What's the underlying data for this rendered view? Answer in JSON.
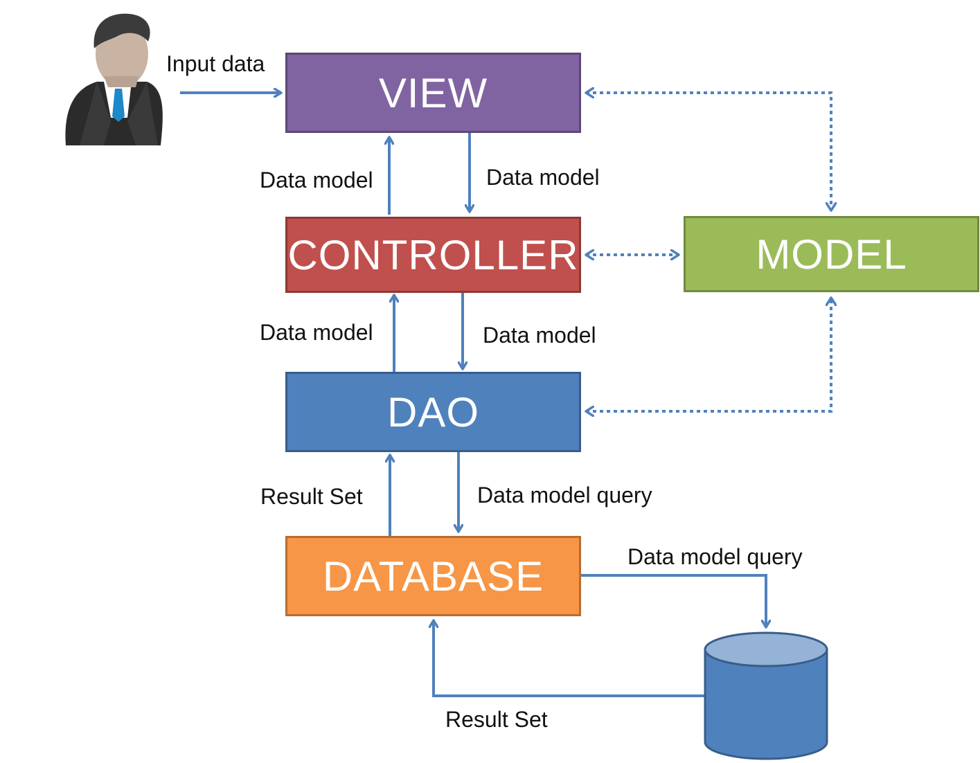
{
  "nodes": {
    "view": {
      "label": "VIEW",
      "fill": "#8064A2",
      "border": "#5C4776"
    },
    "controller": {
      "label": "CONTROLLER",
      "fill": "#C0504D",
      "border": "#8C3836"
    },
    "model": {
      "label": "MODEL",
      "fill": "#9BBB59",
      "border": "#71893F"
    },
    "dao": {
      "label": "DAO",
      "fill": "#4F81BD",
      "border": "#385D8A"
    },
    "database": {
      "label": "DATABASE",
      "fill": "#F79646",
      "border": "#B66D31"
    }
  },
  "edge_labels": {
    "input_data": "Input data",
    "view_to_controller": "Data model",
    "controller_to_view": "Data model",
    "dao_to_controller": "Data model",
    "controller_to_dao": "Data model",
    "database_to_dao": "Result Set",
    "dao_to_database": "Data model query",
    "database_to_store": "Data model query",
    "store_to_database": "Result Set"
  },
  "icons": {
    "user": "businessman-icon",
    "store": "database-cylinder-icon"
  },
  "colors": {
    "arrow": "#4F81BD",
    "dotted_arrow": "#4F81BD",
    "cylinder": "#4F81BD",
    "cylinder_top": "#95B3D7"
  }
}
